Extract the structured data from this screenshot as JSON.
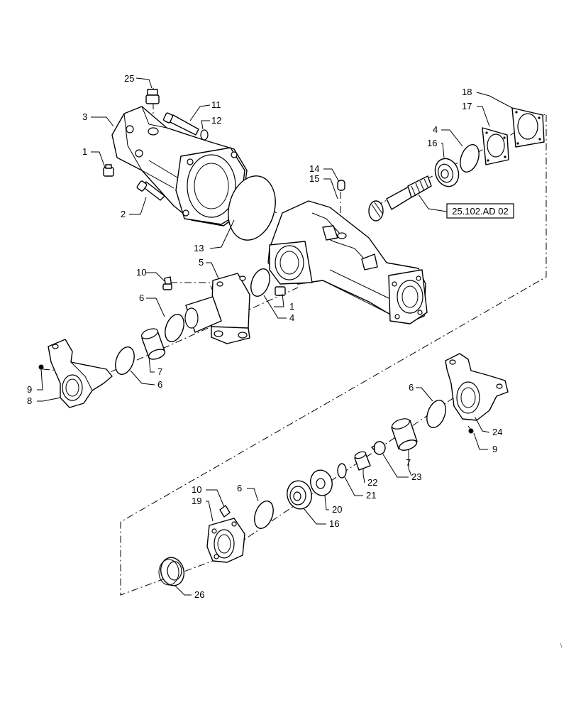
{
  "callouts": {
    "c1a": "1",
    "c1b": "1",
    "c2": "2",
    "c3": "3",
    "c4a": "4",
    "c4b": "4",
    "c5": "5",
    "c6a": "6",
    "c6b": "6",
    "c6c": "6",
    "c6d": "6",
    "c7a": "7",
    "c7b": "7",
    "c8": "8",
    "c9a": "9",
    "c9b": "9",
    "c10a": "10",
    "c10b": "10",
    "c11": "11",
    "c12": "12",
    "c13": "13",
    "c14": "14",
    "c15": "15",
    "c16a": "16",
    "c16b": "16",
    "c17": "17",
    "c18": "18",
    "c19": "19",
    "c20": "20",
    "c21": "21",
    "c22": "22",
    "c23": "23",
    "c24": "24",
    "c25": "25",
    "c26": "26"
  },
  "reference": "25.102.AD 02",
  "corner_mark": "\\"
}
